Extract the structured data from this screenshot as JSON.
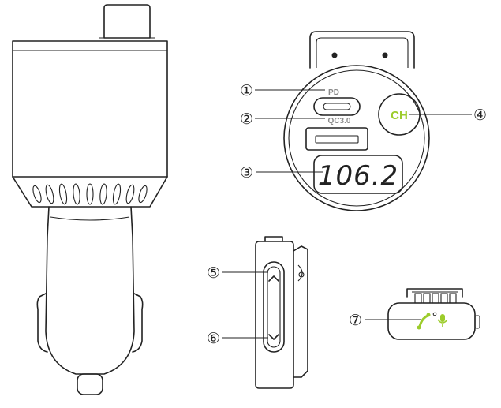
{
  "labels": {
    "pd": "PD",
    "qc": "QC3.0",
    "display": "106.2",
    "ch_button": "CH"
  },
  "callouts": [
    "①",
    "②",
    "③",
    "④",
    "⑤",
    "⑥",
    "⑦"
  ],
  "colors": {
    "accent_green": "#9ccc2b",
    "line": "#222222"
  },
  "icons": [
    "phone-icon",
    "microphone-icon",
    "chevron-up-icon",
    "chevron-down-icon"
  ]
}
